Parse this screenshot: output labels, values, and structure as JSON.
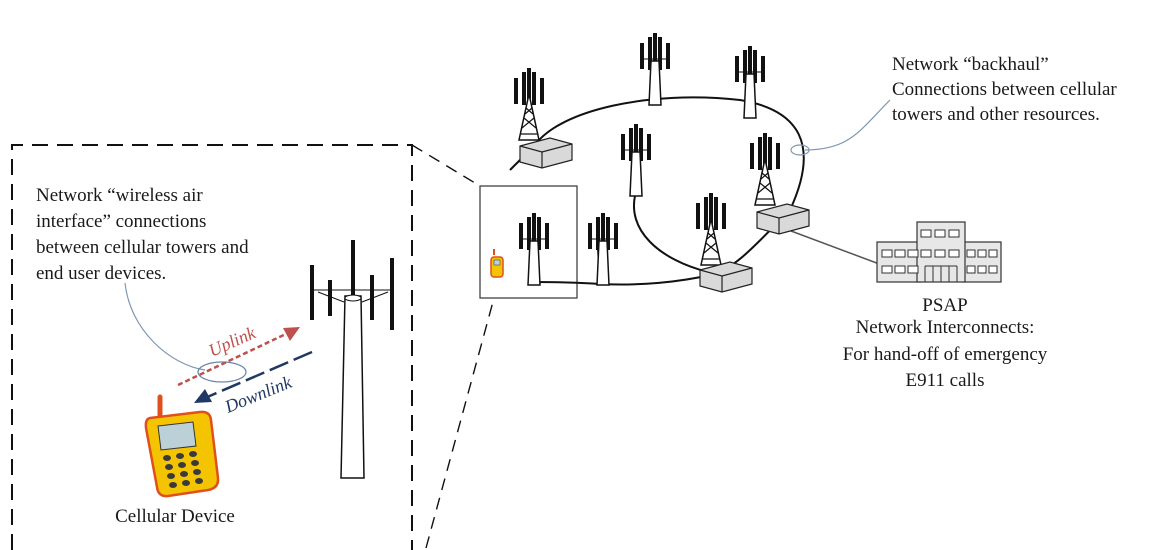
{
  "annotations": {
    "backhaul": [
      "Network “backhaul”",
      "Connections between cellular",
      "towers and other resources."
    ],
    "air_interface": [
      "Network “wireless air",
      "interface” connections",
      "between cellular towers and",
      "end user devices."
    ],
    "psap_title": "PSAP",
    "interconnect": [
      "Network Interconnects:",
      "For hand-off of emergency",
      "E911 calls"
    ],
    "device_label": "Cellular Device",
    "uplink": "Uplink",
    "downlink": "Downlink"
  },
  "colors": {
    "line": "#111111",
    "uplink": "#c0504d",
    "downlink": "#1f3864",
    "callout": "#8096b0",
    "phone_body": "#f5c400",
    "phone_outline": "#e0501c",
    "box_fill": "#d9d9d9",
    "building_fill": "#e7e7e7"
  }
}
